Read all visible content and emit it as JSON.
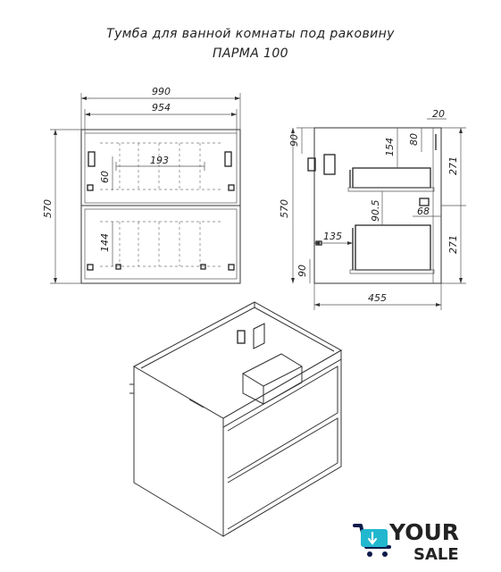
{
  "title": {
    "line1": "Тумба для ванной комнаты под раковину",
    "line2": "ПАРМА 100"
  },
  "front_view": {
    "width_outer": "990",
    "width_inner": "954",
    "height": "570",
    "drawer_gap": "60",
    "handle_spacing": "193",
    "lower_drawer_dim": "144"
  },
  "side_view": {
    "depth": "455",
    "height": "570",
    "top_offset": "90",
    "bottom_offset": "90",
    "back_gap": "20",
    "upper_drawer_height": "271",
    "lower_drawer_height": "271",
    "inner_top": "154",
    "inner_top_right": "80",
    "mid_dim": "90.5",
    "mid_right": "68",
    "lower_left": "135"
  },
  "logo": {
    "word1": "YOUR",
    "word2": "SALE",
    "color_primary": "#0d1a4a",
    "color_accent": "#21b8cf"
  }
}
